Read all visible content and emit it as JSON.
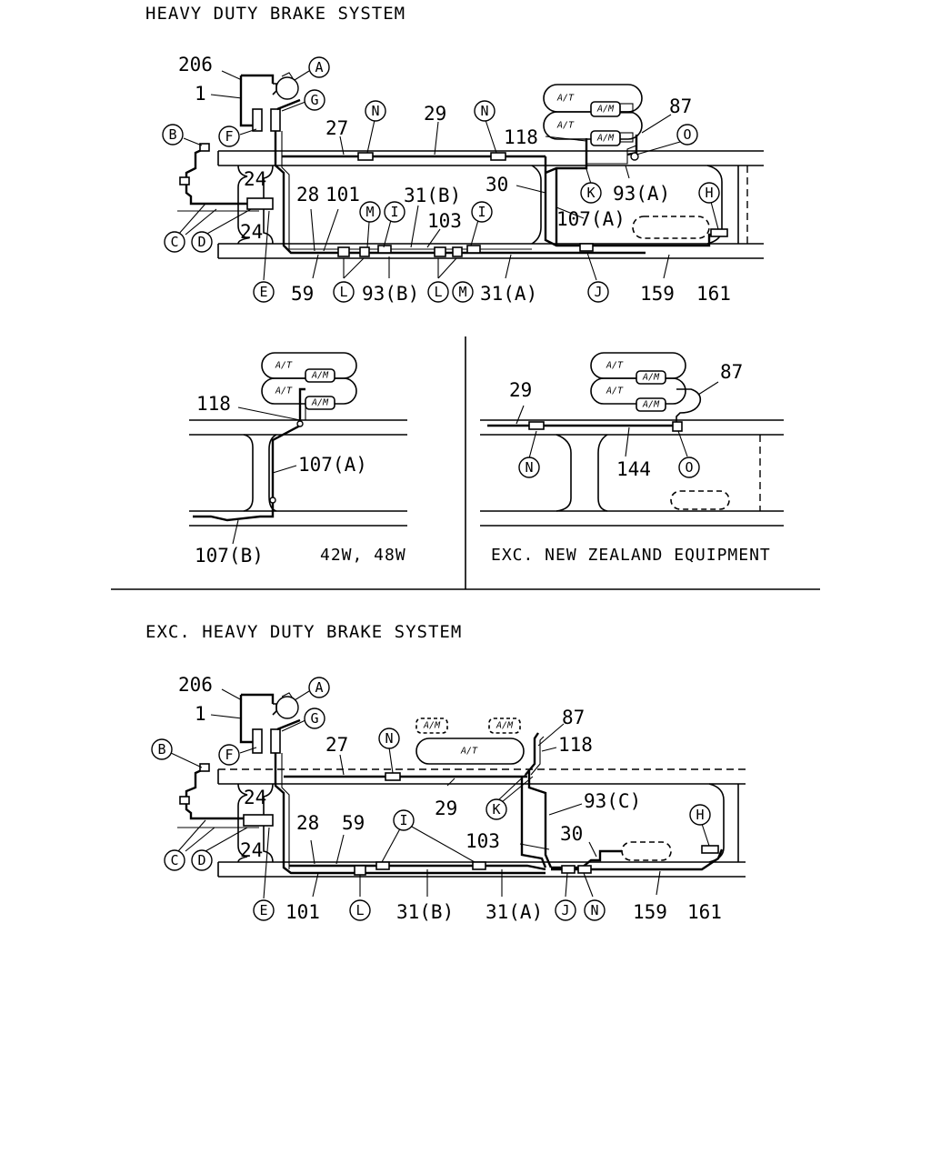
{
  "titles": {
    "top": "HEAVY DUTY BRAKE SYSTEM",
    "bottom": "EXC. HEAVY DUTY BRAKE SYSTEM"
  },
  "captions": {
    "variant_models": "42W, 48W",
    "nz": "EXC. NEW ZEALAND EQUIPMENT"
  },
  "tags": {
    "at": "A/T",
    "am": "A/M"
  },
  "top_labels": {
    "n206": "206",
    "n1": "1",
    "n27": "27",
    "n29": "29",
    "n118": "118",
    "n87": "87",
    "n30": "30",
    "n24a": "24",
    "n24b": "24",
    "n28": "28",
    "n101": "101",
    "n31b": "31(B)",
    "n103": "103",
    "n93a": "93(A)",
    "n107a": "107(A)",
    "n59": "59",
    "n93b": "93(B)",
    "n31a": "31(A)",
    "n159": "159",
    "n161": "161"
  },
  "top_letters": {
    "A": "A",
    "G": "G",
    "B": "B",
    "F": "F",
    "N1": "N",
    "N2": "N",
    "O": "O",
    "K": "K",
    "H": "H",
    "C": "C",
    "D": "D",
    "M1": "M",
    "I1": "I",
    "I2": "I",
    "E": "E",
    "L1": "L",
    "L2": "L",
    "M2": "M",
    "J": "J"
  },
  "mid_left_labels": {
    "n118": "118",
    "n107a": "107(A)",
    "n107b": "107(B)"
  },
  "mid_right_labels": {
    "n29": "29",
    "n87": "87",
    "n144": "144",
    "N": "N",
    "O": "O"
  },
  "bot_labels": {
    "n206": "206",
    "n1": "1",
    "n27": "27",
    "n87": "87",
    "n118": "118",
    "n29": "29",
    "n93c": "93(C)",
    "n24a": "24",
    "n24b": "24",
    "n28": "28",
    "n59": "59",
    "n103": "103",
    "n30": "30",
    "n101": "101",
    "n31b": "31(B)",
    "n31a": "31(A)",
    "n159": "159",
    "n161": "161"
  },
  "bot_letters": {
    "A": "A",
    "G": "G",
    "B": "B",
    "F": "F",
    "N1": "N",
    "K": "K",
    "H": "H",
    "C": "C",
    "D": "D",
    "I": "I",
    "E": "E",
    "L": "L",
    "J": "J",
    "N2": "N"
  }
}
